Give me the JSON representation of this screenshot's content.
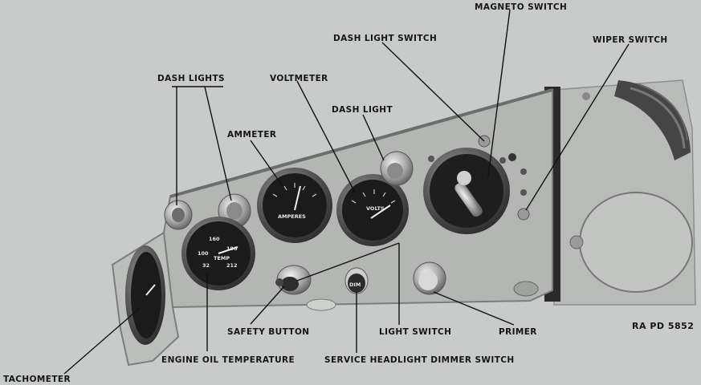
{
  "figure": {
    "reference": "RA PD 5852",
    "callouts": {
      "magneto_switch": "MAGNETO SWITCH",
      "dash_light_switch": "DASH LIGHT SWITCH",
      "wiper_switch": "WIPER SWITCH",
      "dash_lights": "DASH LIGHTS",
      "voltmeter": "VOLTMETER",
      "dash_light": "DASH LIGHT",
      "ammeter": "AMMETER",
      "safety_button": "SAFETY BUTTON",
      "light_switch": "LIGHT SWITCH",
      "primer": "PRIMER",
      "engine_oil_temperature": "ENGINE OIL TEMPERATURE",
      "service_headlight_dimmer_switch": "SERVICE HEADLIGHT DIMMER SWITCH",
      "tachometer": "TACHOMETER"
    },
    "gauge_markings": {
      "ammeter_face": "AMPERES",
      "voltmeter_face": "VOLTS",
      "oil_temp_face": "TEMP",
      "dimmer_knob": "DIM"
    },
    "colors": {
      "background": "#c9cbcb",
      "panel": "#b4b6b3",
      "gauge": "#1b1b1b",
      "text": "#151515"
    }
  }
}
